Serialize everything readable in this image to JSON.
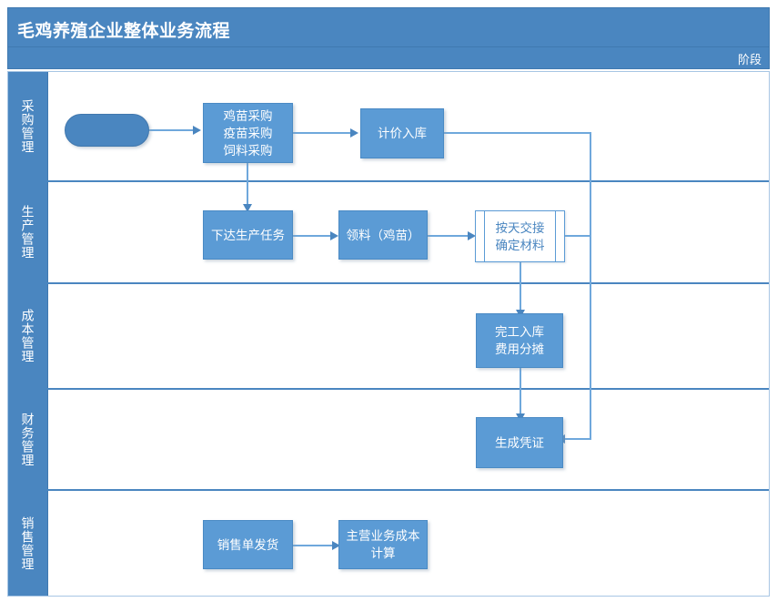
{
  "header": {
    "title": "毛鸡养殖企业整体业务流程",
    "phase_label": "阶段",
    "title_bg": "#4A86C0",
    "title_color": "#ffffff"
  },
  "theme": {
    "node_fill": "#5B9BD5",
    "node_border": "#4a8ac4",
    "start_fill": "#4A86C0",
    "connector": "#6FA8DC",
    "arrow": "#4A86C0",
    "lane_header_bg": "#4A86C0",
    "frame_border": "#a8c6e4",
    "predef_text": "#4A86C0"
  },
  "lanes": [
    {
      "id": "purchasing",
      "label": "采购管理",
      "nodes": [
        {
          "id": "start",
          "label": "",
          "type": "start"
        },
        {
          "id": "purchase",
          "label": "鸡苗采购\n疫苗采购\n饲料采购",
          "lines": [
            "鸡苗采购",
            "疫苗采购",
            "饲料采购"
          ],
          "type": "process"
        },
        {
          "id": "valuation-in",
          "label": "计价入库",
          "lines": [
            "计价入库"
          ],
          "type": "process"
        }
      ]
    },
    {
      "id": "production",
      "label": "生产管理",
      "nodes": [
        {
          "id": "issue-task",
          "label": "下达生产任务",
          "lines": [
            "下达生产任务"
          ],
          "type": "process"
        },
        {
          "id": "pick-material",
          "label": "领料（鸡苗）",
          "lines": [
            "领料（鸡苗）"
          ],
          "type": "process"
        },
        {
          "id": "daily-handover",
          "label": "按天交接\n确定材料",
          "lines": [
            "按天交接",
            "确定材料"
          ],
          "type": "predefined"
        }
      ]
    },
    {
      "id": "cost",
      "label": "成本管理",
      "nodes": [
        {
          "id": "finish-in-apportion",
          "label": "完工入库\n费用分摊",
          "lines": [
            "完工入库",
            "费用分摊"
          ],
          "type": "process"
        }
      ]
    },
    {
      "id": "finance",
      "label": "财务管理",
      "nodes": [
        {
          "id": "generate-voucher",
          "label": "生成凭证",
          "lines": [
            "生成凭证"
          ],
          "type": "process"
        }
      ]
    },
    {
      "id": "sales",
      "label": "销售管理",
      "nodes": [
        {
          "id": "sales-shipment",
          "label": "销售单发货",
          "lines": [
            "销售单发货"
          ],
          "type": "process"
        },
        {
          "id": "main-cost-calc",
          "label": "主营业务成本\n计算",
          "lines": [
            "主营业务成本",
            "计算"
          ],
          "type": "process"
        }
      ]
    }
  ]
}
